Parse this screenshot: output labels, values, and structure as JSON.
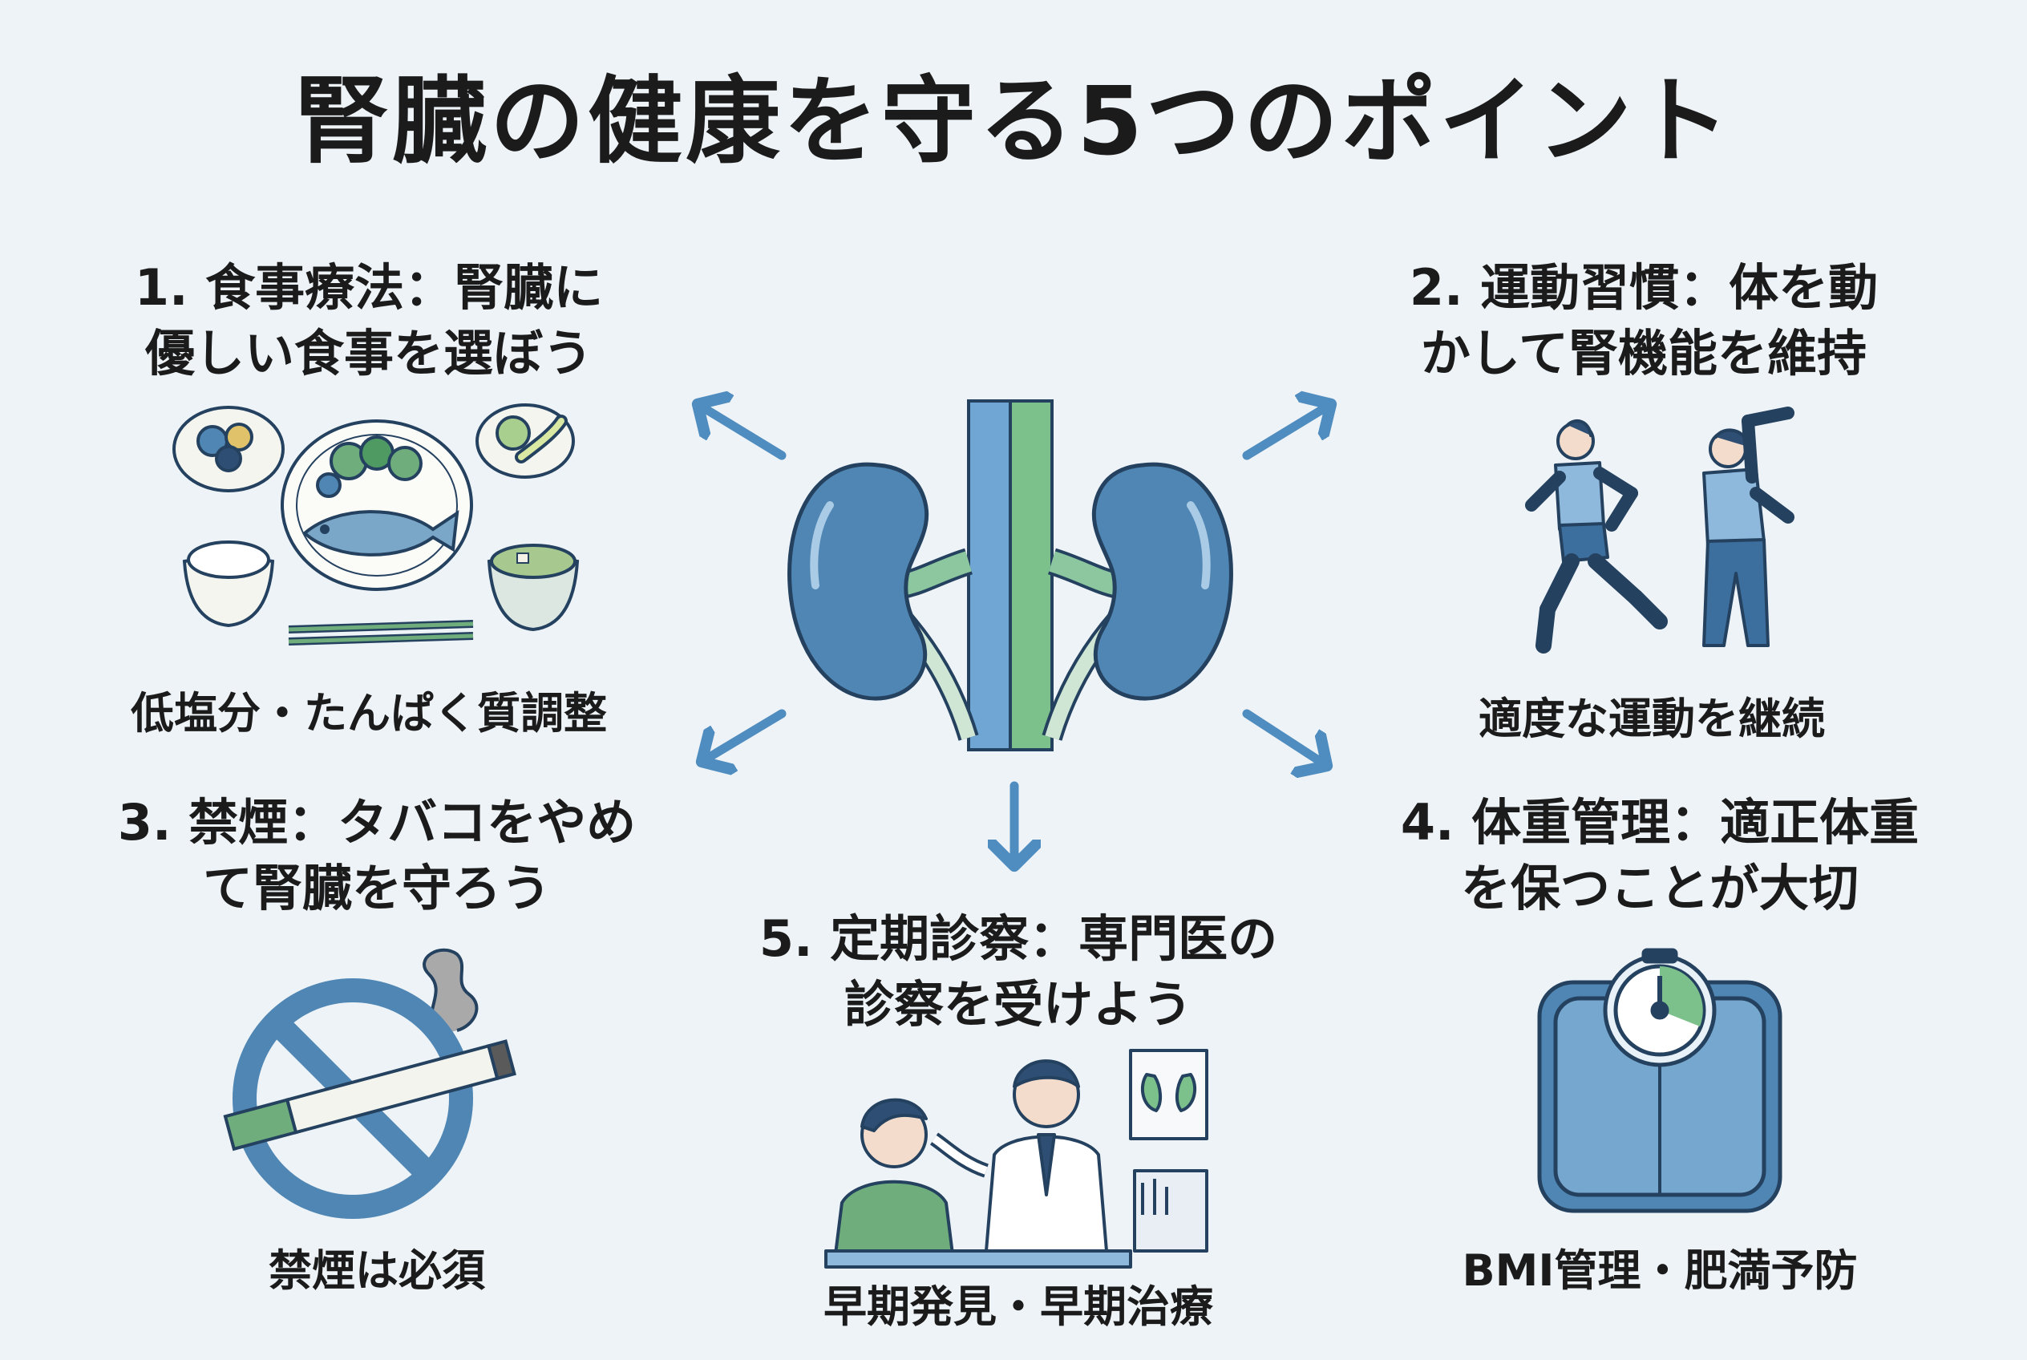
{
  "title": "腎臓の健康を守る5つのポイント",
  "points": [
    {
      "heading_line1": "1. 食事療法：腎臓に",
      "heading_line2": "優しい食事を選ぼう",
      "caption": "低塩分・たんぱく質調整"
    },
    {
      "heading_line1": "2. 運動習慣：体を動",
      "heading_line2": "かして腎機能を維持",
      "caption": "適度な運動を継続"
    },
    {
      "heading_line1": "3. 禁煙：タバコをやめ",
      "heading_line2": "て腎臓を守ろう",
      "caption": "禁煙は必須"
    },
    {
      "heading_line1": "4. 体重管理：適正体重",
      "heading_line2": "を保つことが大切",
      "caption": "BMI管理・肥満予防"
    },
    {
      "heading_line1": "5. 定期診察：専門医の",
      "heading_line2": "診察を受けよう",
      "caption": "早期発見・早期治療"
    }
  ],
  "colors": {
    "background": "#eef3f7",
    "kidney_blue": "#4f86b4",
    "green": "#6fae7c",
    "arrow": "#4f8cbf",
    "outline": "#24415f"
  },
  "icons": [
    "kidney-icon",
    "food-icon",
    "exercise-icon",
    "no-smoking-icon",
    "scale-icon",
    "doctor-consultation-icon"
  ]
}
